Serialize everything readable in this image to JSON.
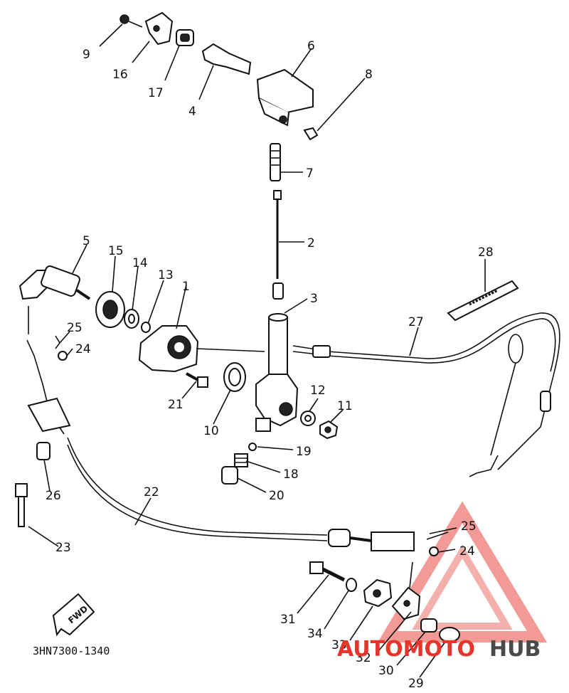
{
  "labels": {
    "l1": "1",
    "l2": "2",
    "l3": "3",
    "l4": "4",
    "l5": "5",
    "l6": "6",
    "l7": "7",
    "l8": "8",
    "l9": "9",
    "l10": "10",
    "l11": "11",
    "l12": "12",
    "l13": "13",
    "l14": "14",
    "l15": "15",
    "l16": "16",
    "l17": "17",
    "l18": "18",
    "l19": "19",
    "l20": "20",
    "l21": "21",
    "l22": "22",
    "l23": "23",
    "l24a": "24",
    "l24b": "24",
    "l25a": "25",
    "l25b": "25",
    "l26": "26",
    "l27": "27",
    "l28": "28",
    "l29": "29",
    "l30": "30",
    "l31": "31",
    "l32": "32",
    "l33": "33",
    "l34": "34"
  },
  "fwd_label": "FWD",
  "diagram_code": "3HN7300-1340",
  "watermark": {
    "part1": "AUTOMOTO",
    "part2": "HUB",
    "color1": "#e8352b",
    "color2": "#4a4a4a"
  }
}
